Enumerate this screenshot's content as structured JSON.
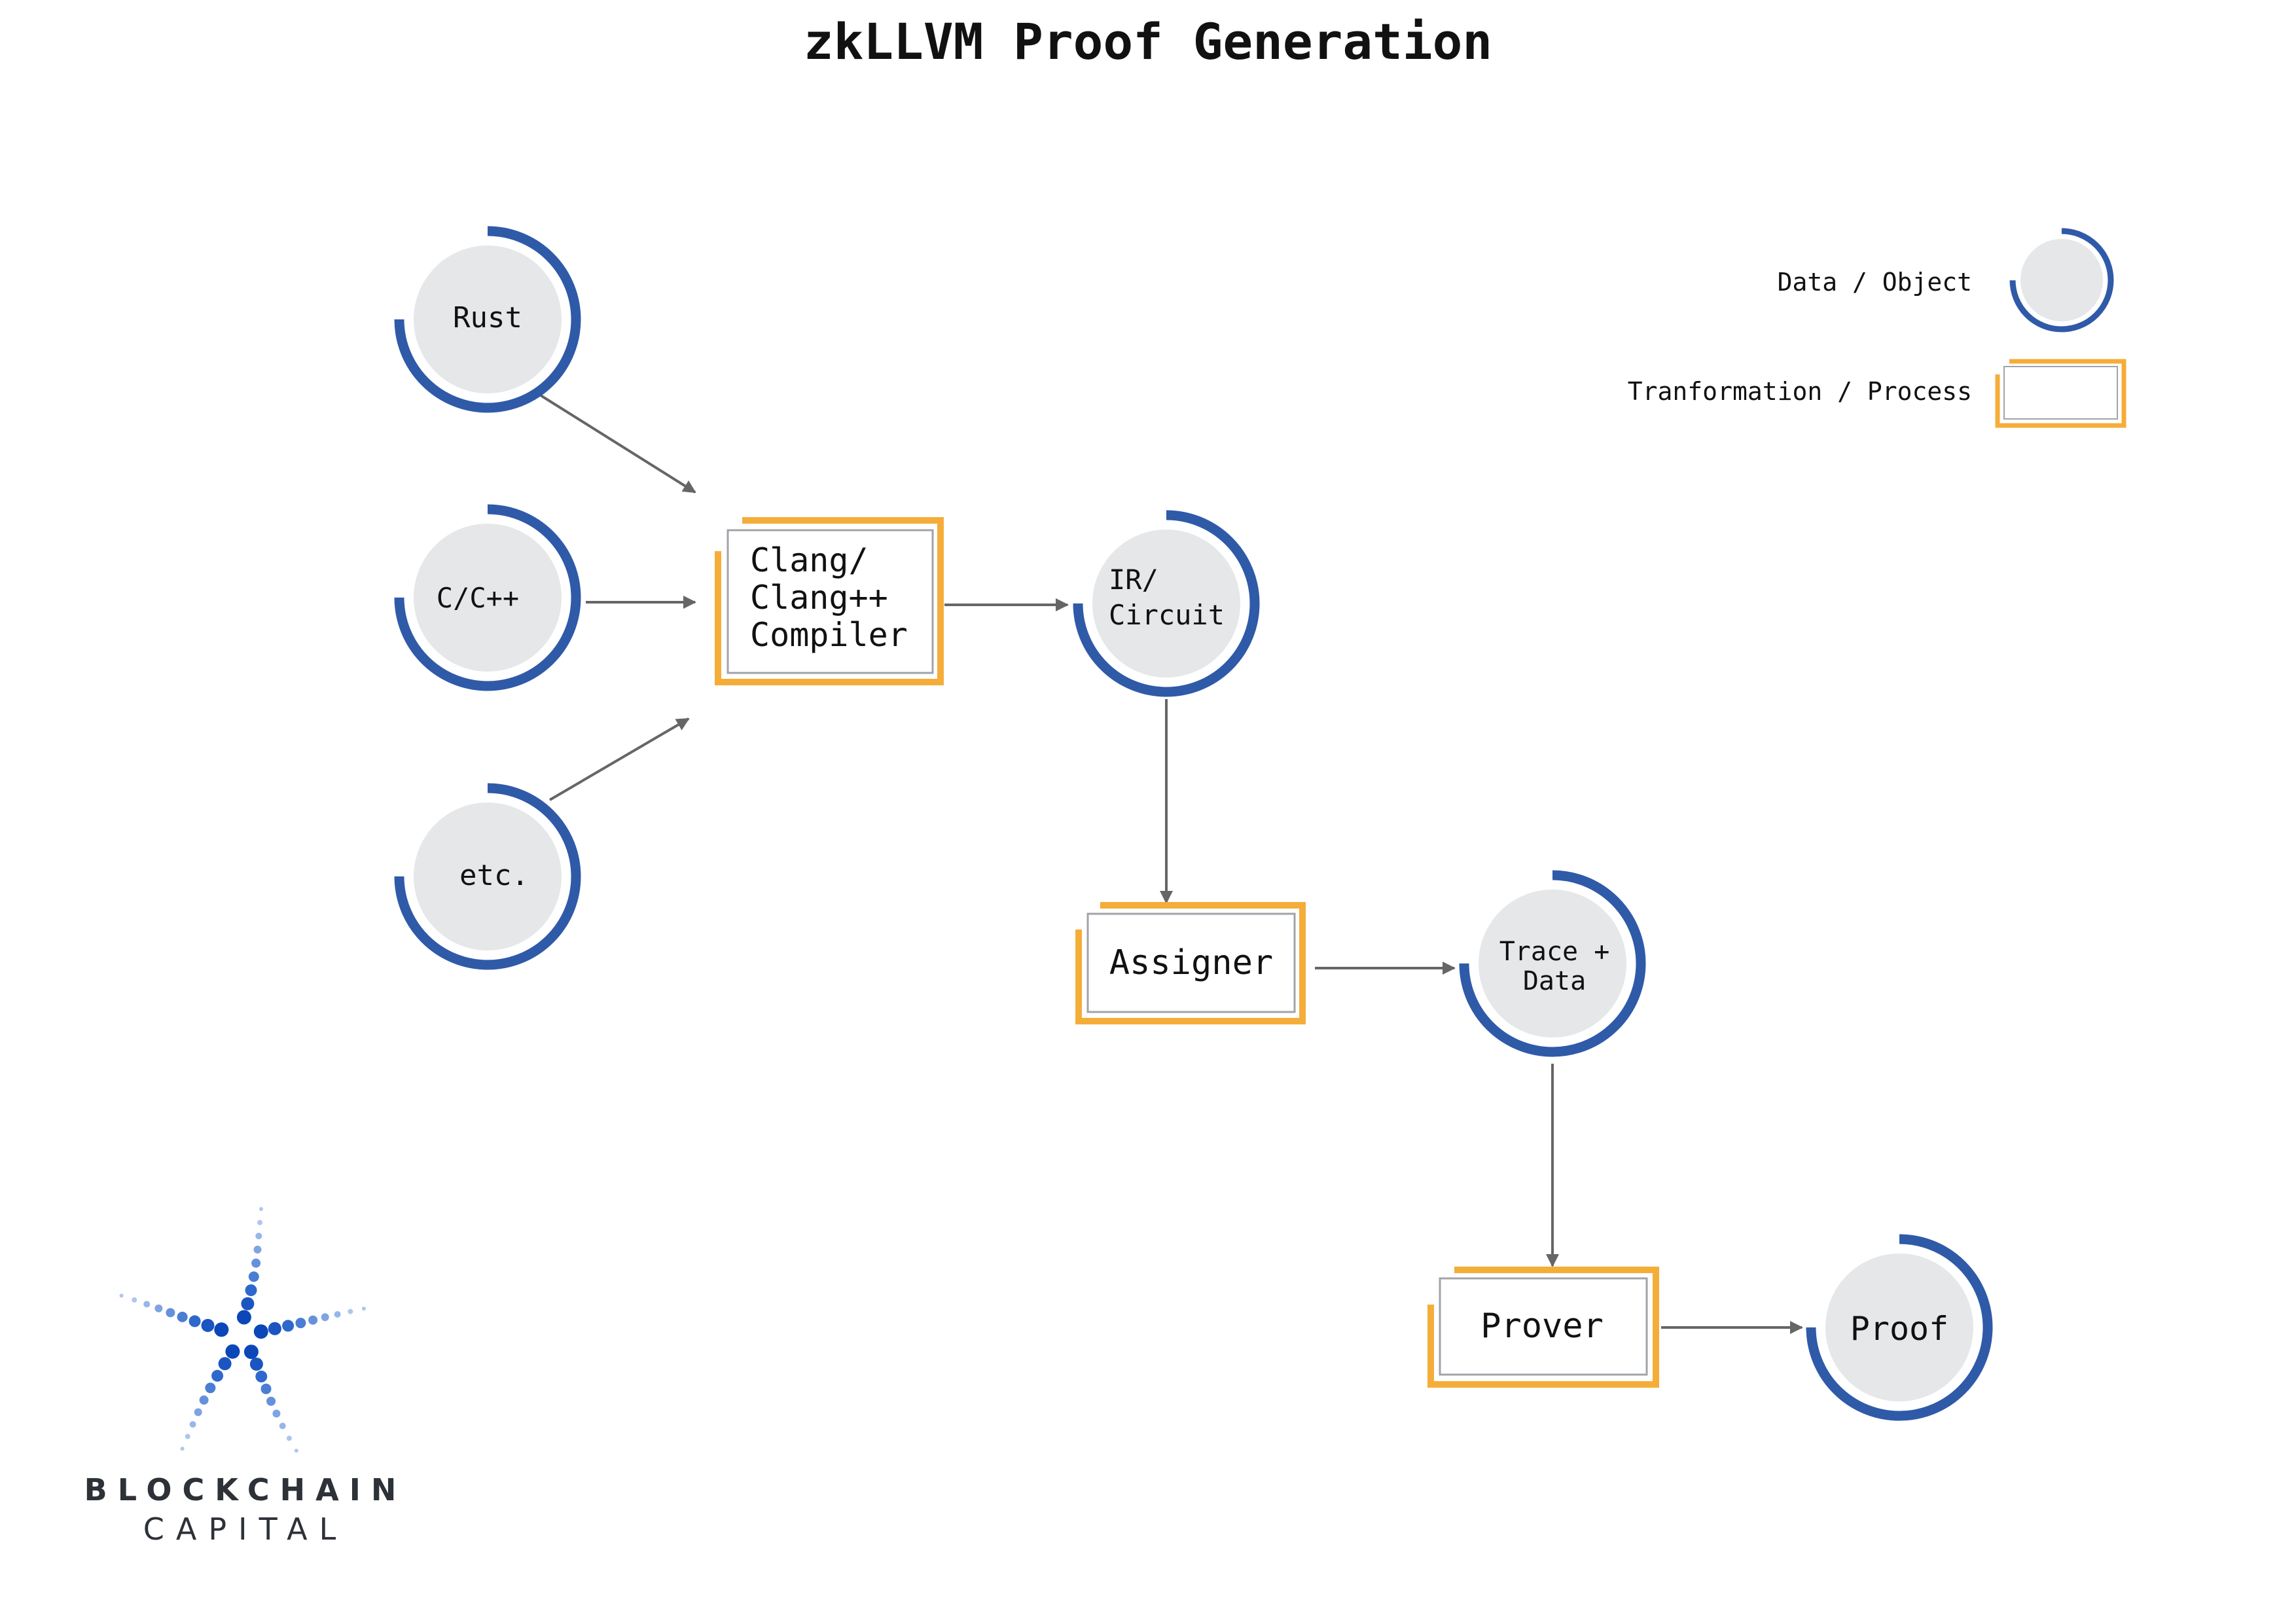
{
  "title": "zkLLVM Proof Generation",
  "legend": {
    "data_object_label": "Data / Object",
    "transformation_label": "Tranformation / Process"
  },
  "nodes": {
    "rust": {
      "label": "Rust"
    },
    "cpp": {
      "label": "C/C++"
    },
    "etc": {
      "label": "etc."
    },
    "compiler": {
      "lines": [
        "Clang/",
        "Clang++",
        "Compiler"
      ]
    },
    "ir": {
      "lines": [
        "IR/",
        "Circuit"
      ]
    },
    "assigner": {
      "label": "Assigner"
    },
    "trace": {
      "lines": [
        "Trace +",
        "Data"
      ]
    },
    "prover": {
      "label": "Prover"
    },
    "proof": {
      "label": "Proof"
    }
  },
  "logo": {
    "line1": "BLOCKCHAIN",
    "line2": "CAPITAL"
  },
  "colors": {
    "ring": "#2f5aa8",
    "circle_fill": "#e6e7e9",
    "process_border": "#f5ad3a",
    "inner_box_border": "#a0a4a8",
    "arrow": "#666666",
    "text": "#111111",
    "logo_text": "#2d3138"
  }
}
